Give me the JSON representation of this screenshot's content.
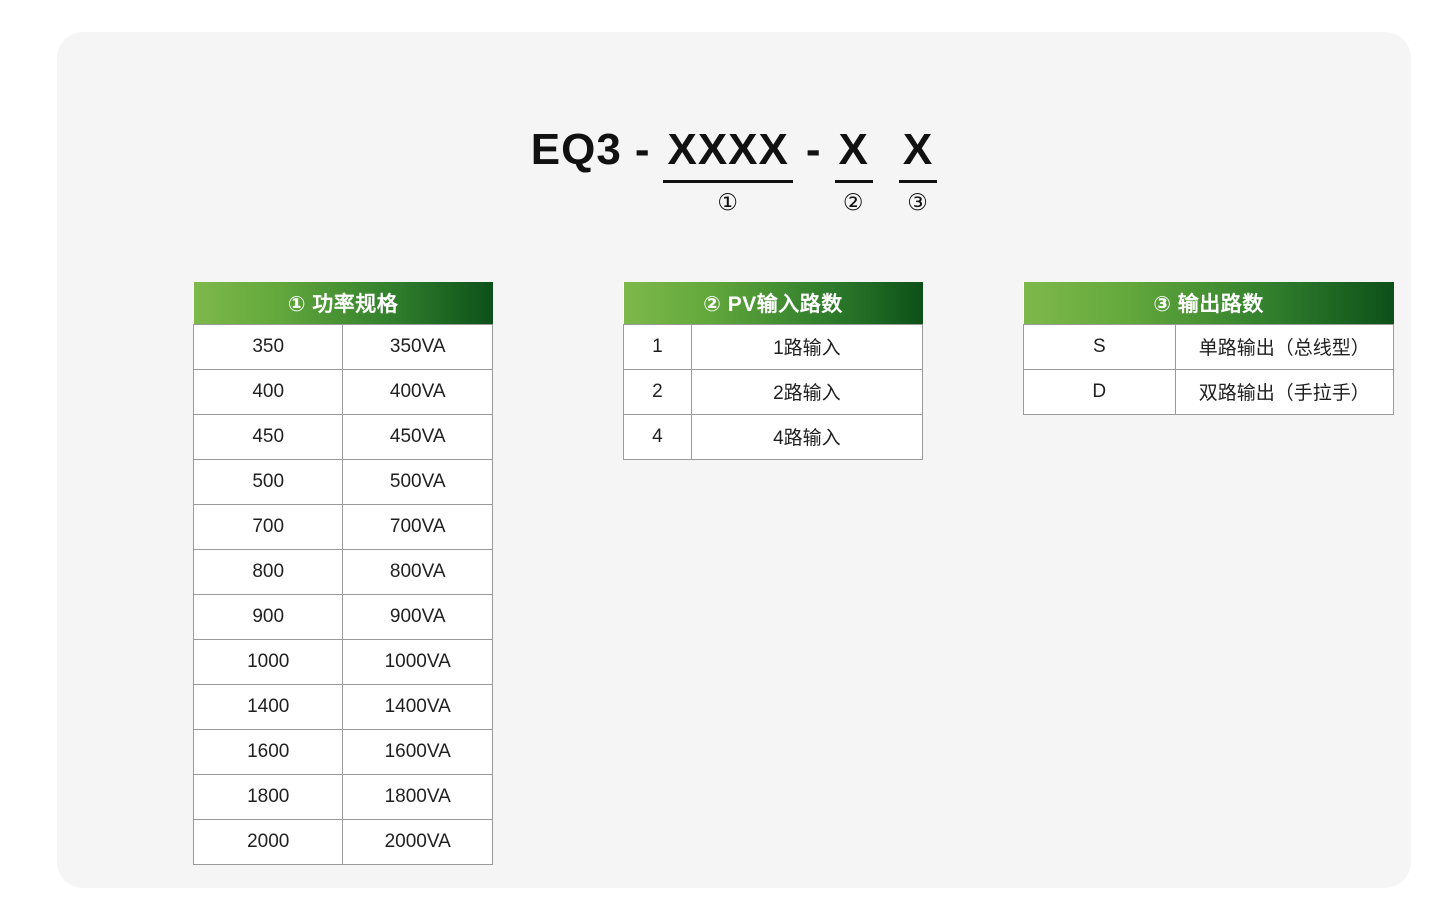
{
  "card": {
    "background_color": "#f5f5f5"
  },
  "model_code": {
    "prefix": "EQ3",
    "separator": "-",
    "segments": [
      {
        "text": "XXXX",
        "marker": "①"
      },
      {
        "text": "X",
        "marker": "②"
      },
      {
        "text": "X",
        "marker": "③"
      }
    ]
  },
  "theme": {
    "header_gradient_start": "#7eb84a",
    "header_gradient_end": "#0d5019",
    "header_text_color": "#ffffff",
    "border_color": "#9a9a9a"
  },
  "tables": [
    {
      "id": "power",
      "header": "① 功率规格",
      "rows": [
        {
          "code": "350",
          "desc": "350VA"
        },
        {
          "code": "400",
          "desc": "400VA"
        },
        {
          "code": "450",
          "desc": "450VA"
        },
        {
          "code": "500",
          "desc": "500VA"
        },
        {
          "code": "700",
          "desc": "700VA"
        },
        {
          "code": "800",
          "desc": "800VA"
        },
        {
          "code": "900",
          "desc": "900VA"
        },
        {
          "code": "1000",
          "desc": "1000VA"
        },
        {
          "code": "1400",
          "desc": "1400VA"
        },
        {
          "code": "1600",
          "desc": "1600VA"
        },
        {
          "code": "1800",
          "desc": "1800VA"
        },
        {
          "code": "2000",
          "desc": "2000VA"
        }
      ]
    },
    {
      "id": "pv",
      "header": "② PV输入路数",
      "rows": [
        {
          "code": "1",
          "desc": "1路输入"
        },
        {
          "code": "2",
          "desc": "2路输入"
        },
        {
          "code": "4",
          "desc": "4路输入"
        }
      ]
    },
    {
      "id": "output",
      "header": "③ 输出路数",
      "rows": [
        {
          "code": "S",
          "desc": "单路输出（总线型）"
        },
        {
          "code": "D",
          "desc": "双路输出（手拉手）"
        }
      ]
    }
  ]
}
